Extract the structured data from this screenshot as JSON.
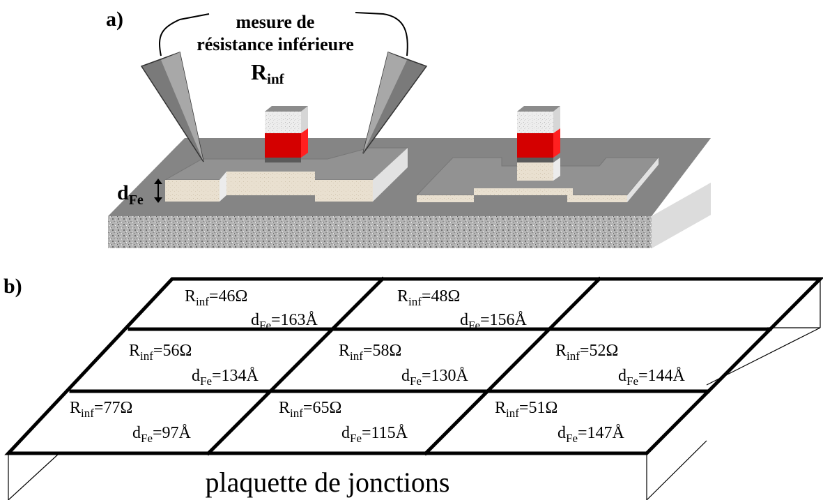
{
  "panel_a": {
    "label": "a)",
    "measure_line1": "mesure de",
    "measure_line2": "résistance inférieure",
    "r_main": "R",
    "r_sub": "inf",
    "d_main": "d",
    "d_sub": "Fe"
  },
  "panel_b": {
    "label": "b)",
    "wafer_caption": "plaquette de jonctions",
    "cells": [
      {
        "r": "46",
        "d": "163"
      },
      {
        "r": "48",
        "d": "156"
      },
      {
        "r": "",
        "d": ""
      },
      {
        "r": "56",
        "d": "134"
      },
      {
        "r": "58",
        "d": "130"
      },
      {
        "r": "52",
        "d": "144"
      },
      {
        "r": "77",
        "d": "97"
      },
      {
        "r": "65",
        "d": "115"
      },
      {
        "r": "51",
        "d": "147"
      }
    ],
    "r_prefix": "R",
    "r_sub": "inf",
    "ohm": "Ω",
    "d_prefix": "d",
    "d_sub": "Fe",
    "angstrom": "Å",
    "equals": "="
  },
  "colors": {
    "probe": "#7a7a7a",
    "surface": "#808080",
    "film": "#e8dfcf",
    "red_layer": "#d40000",
    "substrate": "#a9a9a9"
  }
}
